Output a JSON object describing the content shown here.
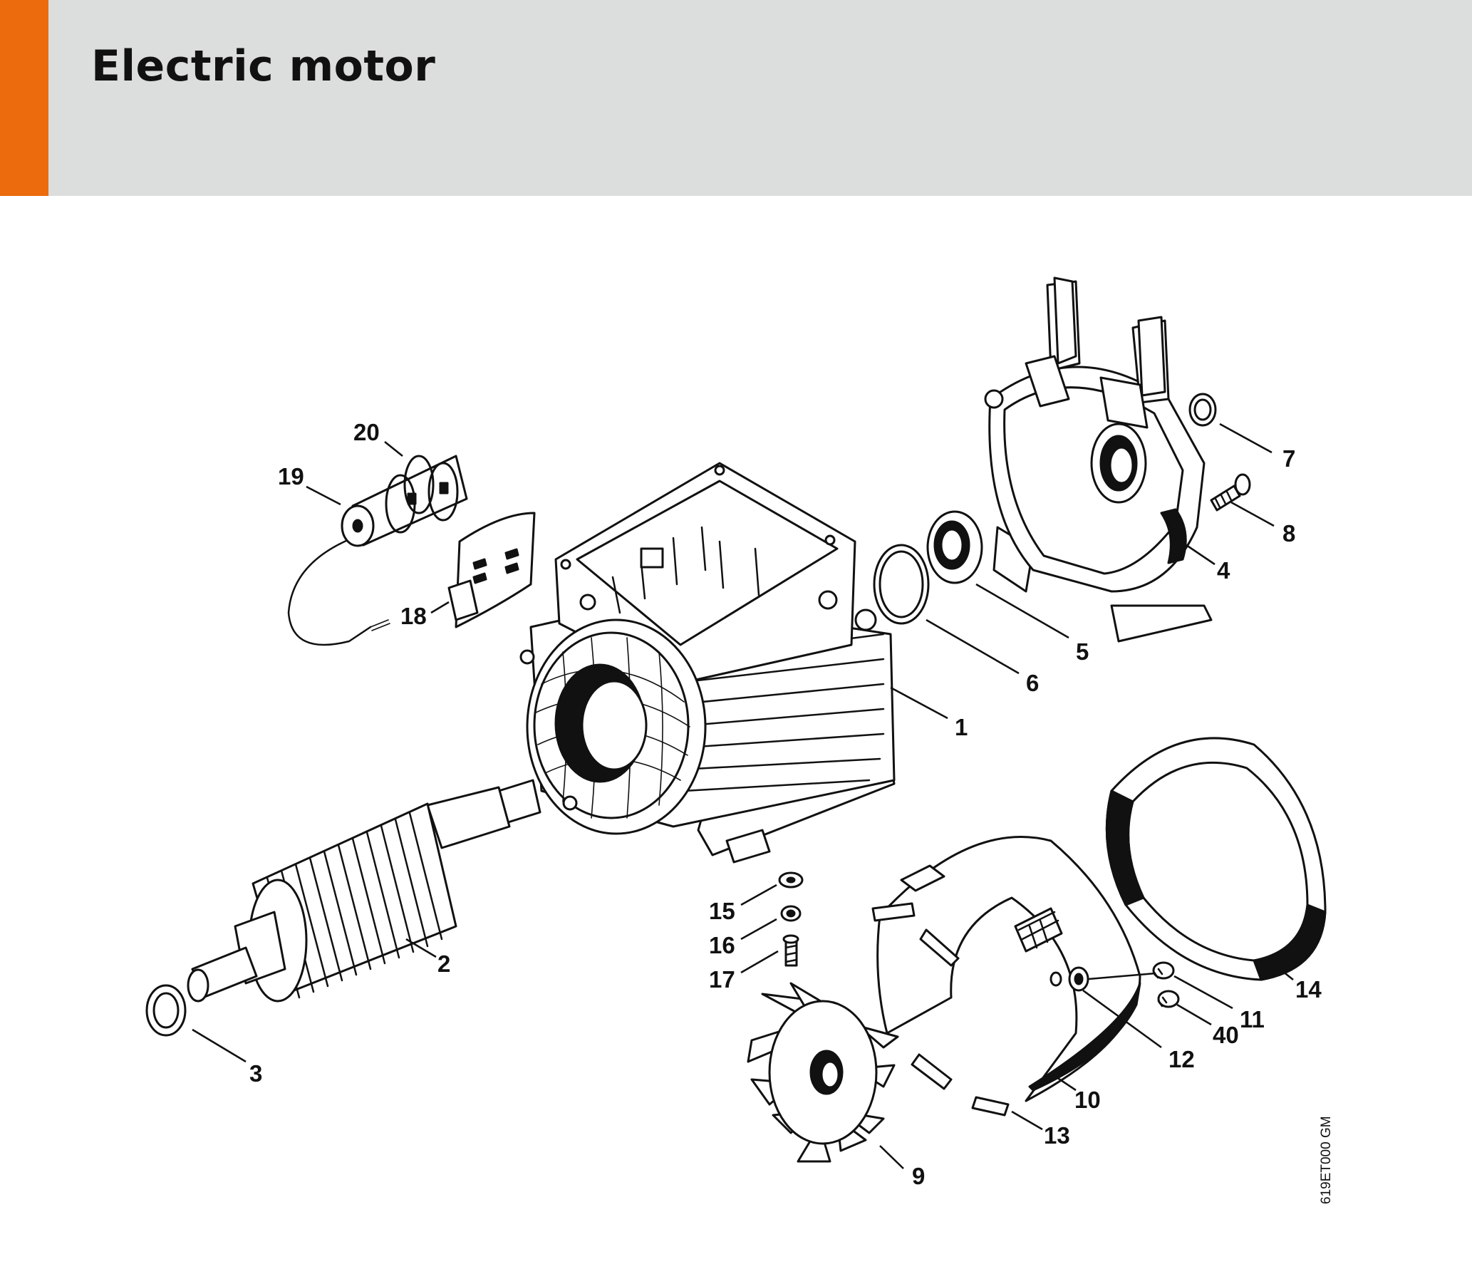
{
  "header": {
    "title": "Electric motor"
  },
  "colors": {
    "accent": "#ec6b0c",
    "header_bg": "#dcdddd"
  },
  "callouts": [
    "1",
    "2",
    "3",
    "4",
    "5",
    "6",
    "7",
    "8",
    "9",
    "10",
    "11",
    "12",
    "13",
    "14",
    "15",
    "16",
    "17",
    "18",
    "19",
    "20",
    "40"
  ],
  "reference_code": "619ET000 GM"
}
